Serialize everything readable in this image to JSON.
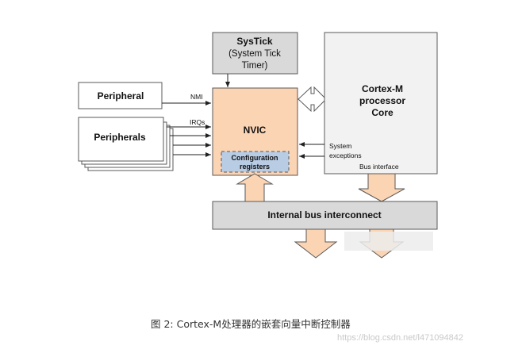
{
  "diagram": {
    "systick_line1": "SysTick",
    "systick_line2": "(System Tick",
    "systick_line3": "Timer)",
    "peripheral": "Peripheral",
    "peripherals": "Peripherals",
    "nmi": "NMI",
    "irqs": "IRQs",
    "nvic": "NVIC",
    "config_line1": "Configuration",
    "config_line2": "registers",
    "core_line1": "Cortex-M",
    "core_line2": "processor",
    "core_line3": "Core",
    "sys_exc_line1": "System",
    "sys_exc_line2": "exceptions",
    "bus_interface": "Bus interface",
    "internal_bus": "Internal bus interconnect"
  },
  "caption": "图 2: Cortex-M处理器的嵌套向量中断控制器",
  "watermark": "https://blog.csdn.net/l471094842",
  "colors": {
    "systick_fill": "#d9d9d9",
    "nvic_fill": "#fbd4b4",
    "config_fill": "#b8cce4",
    "core_fill": "#f2f2f2",
    "bus_fill": "#d9d9d9",
    "border": "#595959"
  }
}
